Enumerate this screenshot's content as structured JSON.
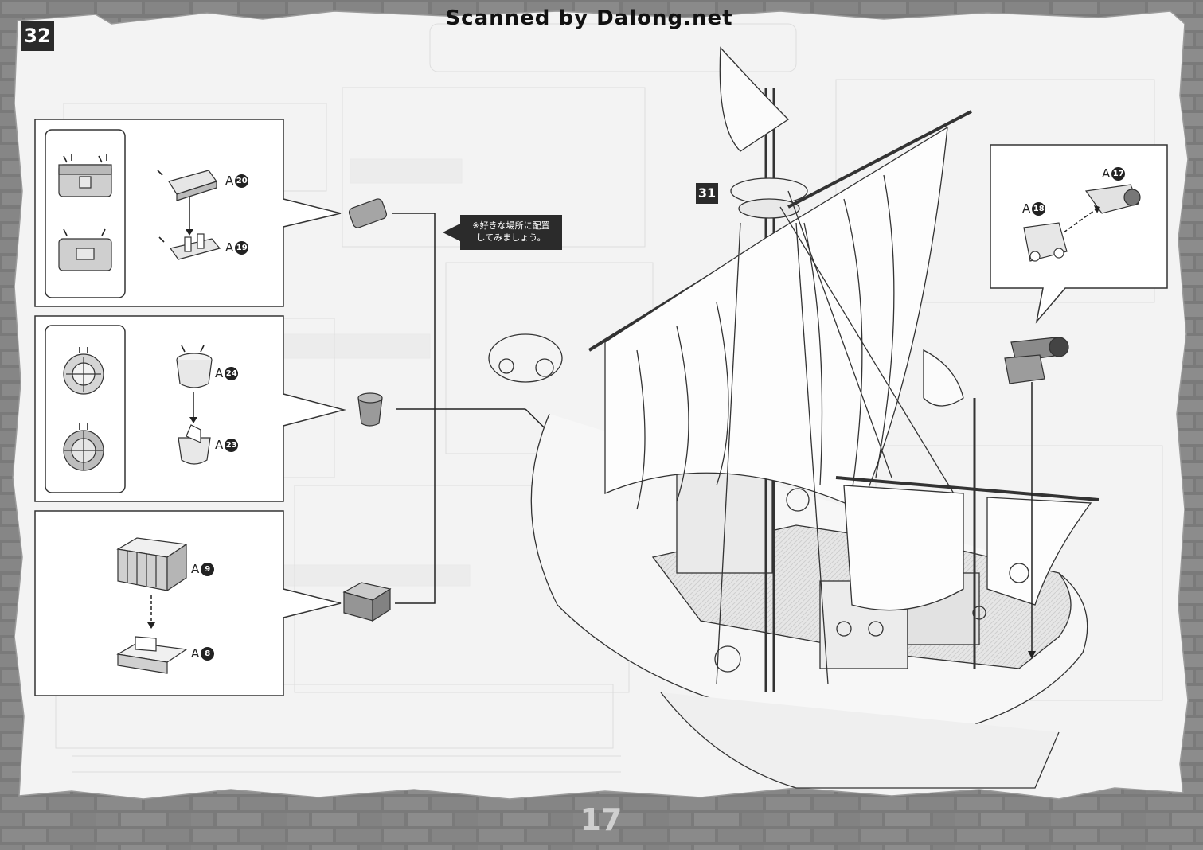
{
  "header": {
    "scan_credit": "Scanned by Dalong.net"
  },
  "steps": {
    "left_step": "32",
    "ship_step": "31"
  },
  "note": {
    "line1": "※好きな場所に配置",
    "line2": "してみましょう。"
  },
  "parts": {
    "chest_lid": {
      "letter": "A",
      "number": "20"
    },
    "chest_base": {
      "letter": "A",
      "number": "19"
    },
    "barrel_top": {
      "letter": "A",
      "number": "24"
    },
    "barrel_bottom": {
      "letter": "A",
      "number": "23"
    },
    "crate_top": {
      "letter": "A",
      "number": "9"
    },
    "crate_bottom": {
      "letter": "A",
      "number": "8"
    },
    "cannon_barrel": {
      "letter": "A",
      "number": "17"
    },
    "cannon_carriage": {
      "letter": "A",
      "number": "18"
    }
  },
  "footer": {
    "page_number": "17"
  },
  "colors": {
    "frame": "#7d7d7d",
    "paper": "#f3f3f3",
    "ink": "#222222",
    "badge": "#2b2b2b"
  }
}
